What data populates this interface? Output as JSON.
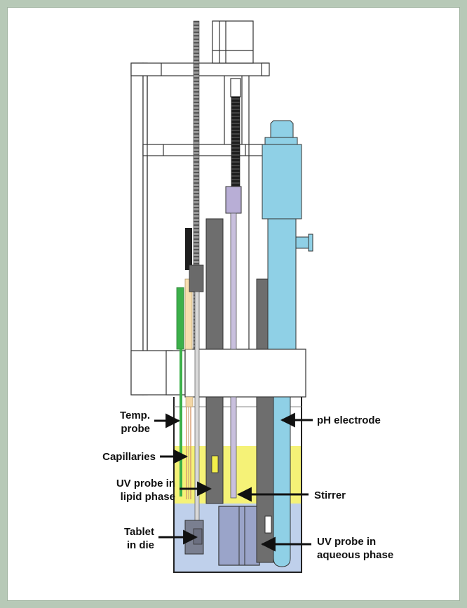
{
  "labels": {
    "temp_probe": "Temp.\nprobe",
    "capillaries": "Capillaries",
    "uv_probe_lipid": "UV probe in\nlipid phase",
    "tablet_in_die": "Tablet\nin die",
    "ph_electrode": "pH electrode",
    "stirrer": "Stirrer",
    "uv_probe_aqueous": "UV probe in\naqueous phase"
  },
  "colors": {
    "background_border": "#b7c9b7",
    "lipid_phase": "#f2ee4a",
    "aqueous_phase": "#b4c8e8",
    "ph_electrode": "#8fd0e6",
    "stirrer_rod": "#c9c0de",
    "stirrer_head": "#b8aed6",
    "probe_gray": "#6e6e6e",
    "temp_probe": "#3cb04a"
  }
}
